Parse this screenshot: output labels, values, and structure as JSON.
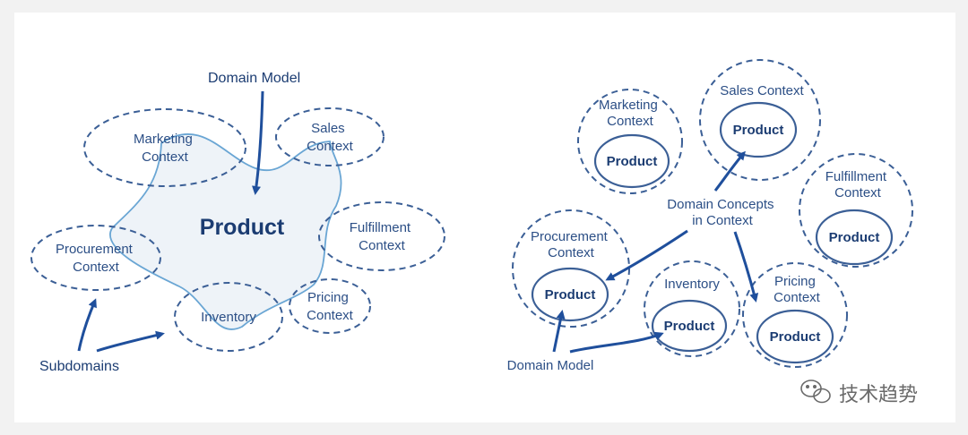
{
  "left": {
    "domain_model": "Domain Model",
    "center": "Product",
    "subdomains": "Subdomains",
    "contexts": {
      "marketing": [
        "Marketing",
        "Context"
      ],
      "sales": [
        "Sales",
        "Context"
      ],
      "fulfillment": [
        "Fulfillment",
        "Context"
      ],
      "procurement": [
        "Procurement",
        "Context"
      ],
      "inventory": "Inventory",
      "pricing": [
        "Pricing",
        "Context"
      ]
    }
  },
  "right": {
    "domain_concepts": [
      "Domain Concepts",
      "in Context"
    ],
    "domain_model": "Domain Model",
    "product": "Product",
    "contexts": {
      "marketing": [
        "Marketing",
        "Context"
      ],
      "sales": "Sales Context",
      "fulfillment": [
        "Fulfillment",
        "Context"
      ],
      "procurement": [
        "Procurement",
        "Context"
      ],
      "inventory": "Inventory",
      "pricing": [
        "Pricing",
        "Context"
      ]
    }
  },
  "watermark": "技术趋势"
}
